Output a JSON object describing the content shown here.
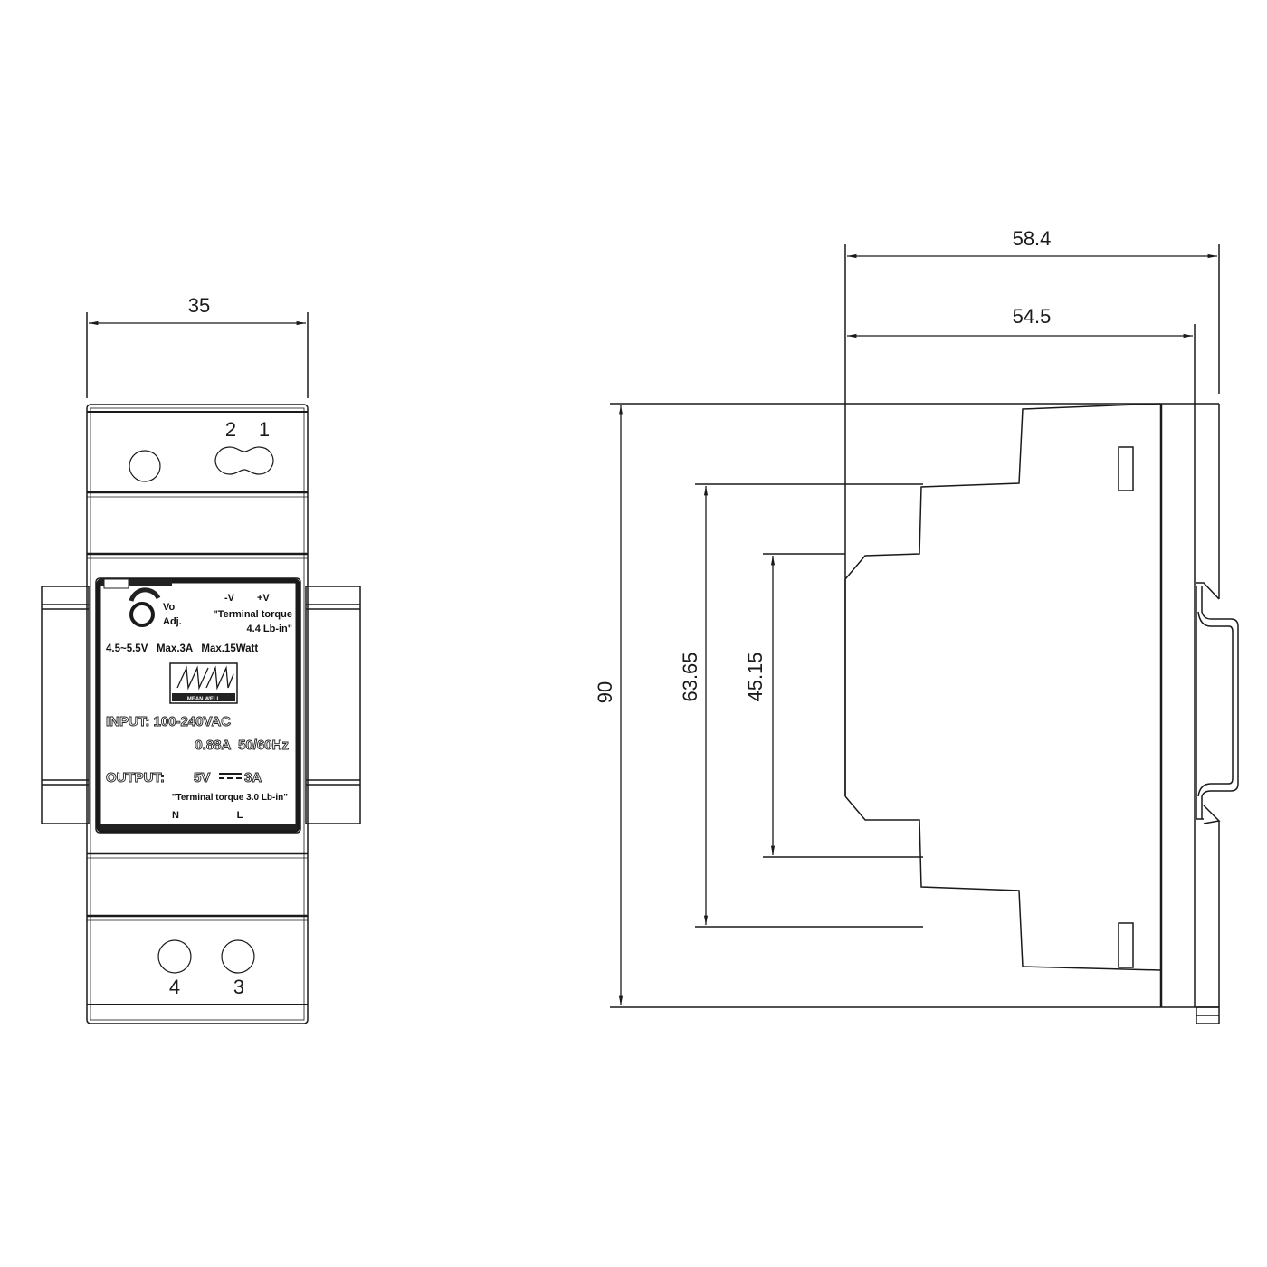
{
  "drawing": {
    "front_view": {
      "width_dim": "35",
      "top_terminals": [
        "2",
        "1"
      ],
      "bottom_terminals": [
        "4",
        "3"
      ],
      "label": {
        "vo_adj": [
          "Vo",
          "Adj."
        ],
        "polarity_minus": "-V",
        "polarity_plus": "+V",
        "torque_top_line1": "\"Terminal torque",
        "torque_top_line2": "4.4 Lb-in\"",
        "spec_line": "4.5~5.5V   Max.3A   Max.15Watt",
        "brand_logo": "MW",
        "brand_name": "MEAN WELL",
        "input_label": "INPUT: 100-240VAC",
        "input_line2": "0.88A  50/60Hz",
        "output_label": "OUTPUT:",
        "output_voltage": "5V",
        "output_current": "3A",
        "torque_bottom": "\"Terminal torque 3.0 Lb-in\"",
        "terminal_n": "N",
        "terminal_l": "L"
      }
    },
    "side_view": {
      "depth_total_dim": "58.4",
      "depth_body_dim": "54.5",
      "height_total_dim": "90",
      "height_step1_dim": "63.65",
      "height_step2_dim": "45.15"
    },
    "colors": {
      "line": "#1a1a1a",
      "background": "#ffffff",
      "label_band": "#222222"
    }
  }
}
